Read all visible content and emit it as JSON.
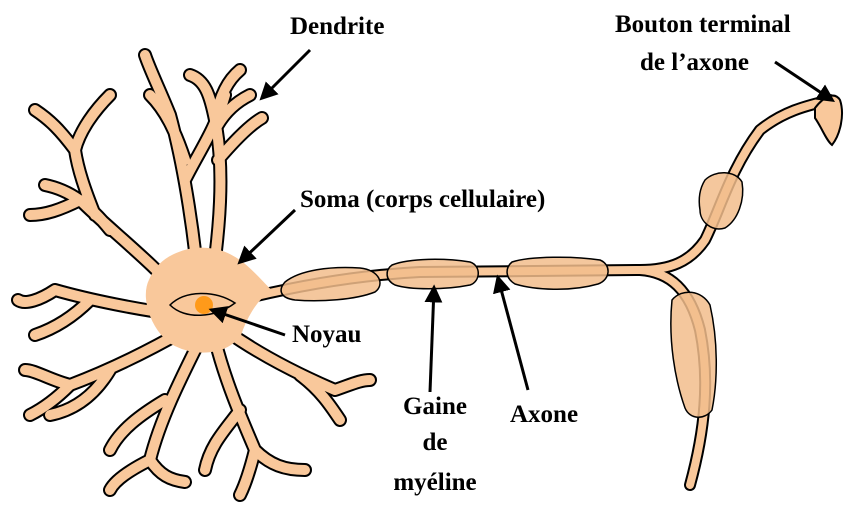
{
  "colors": {
    "cell_fill": "#f9c89b",
    "cell_stroke": "#000000",
    "myelin_fill": "#f2bd8c",
    "nucleus_fill": "#ff9a1a",
    "text": "#000000"
  },
  "labels": {
    "dendrite": "Dendrite",
    "bouton_line1": "Bouton terminal",
    "bouton_line2": "de l’axone",
    "soma": "Soma (corps cellulaire)",
    "noyau": "Noyau",
    "gaine_line1": "Gaine",
    "gaine_line2": "de",
    "gaine_line3": "myéline",
    "axone": "Axone"
  }
}
